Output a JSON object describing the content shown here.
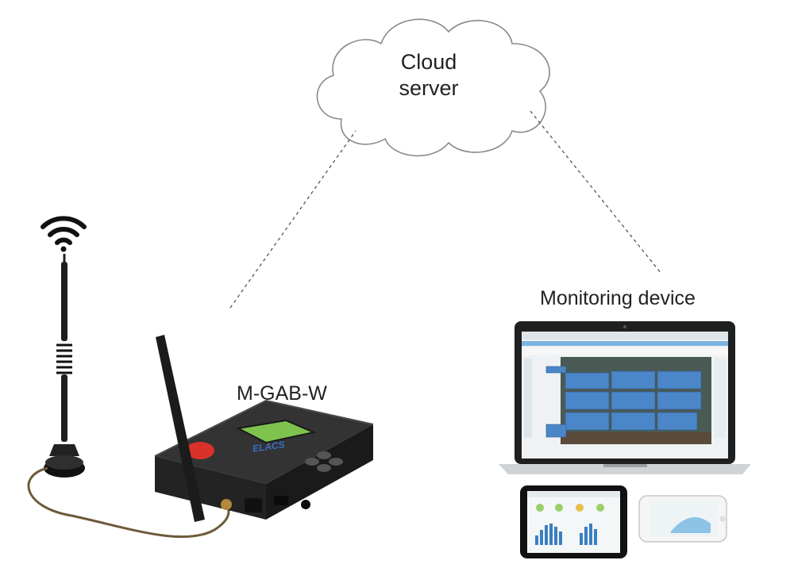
{
  "cloud": {
    "line1": "Cloud",
    "line2": "server",
    "icon": "cloud-icon"
  },
  "gateway": {
    "label": "M-GAB-W",
    "brand": "ELACS"
  },
  "monitoring": {
    "label": "Monitoring device"
  },
  "antenna": {
    "icon": "wifi-icon"
  },
  "colors": {
    "device_body": "#2b2b2b",
    "lcd": "#7ec34d",
    "red_button": "#d9322b",
    "panel_blue": "#4b86c8",
    "link_line": "#555555"
  }
}
